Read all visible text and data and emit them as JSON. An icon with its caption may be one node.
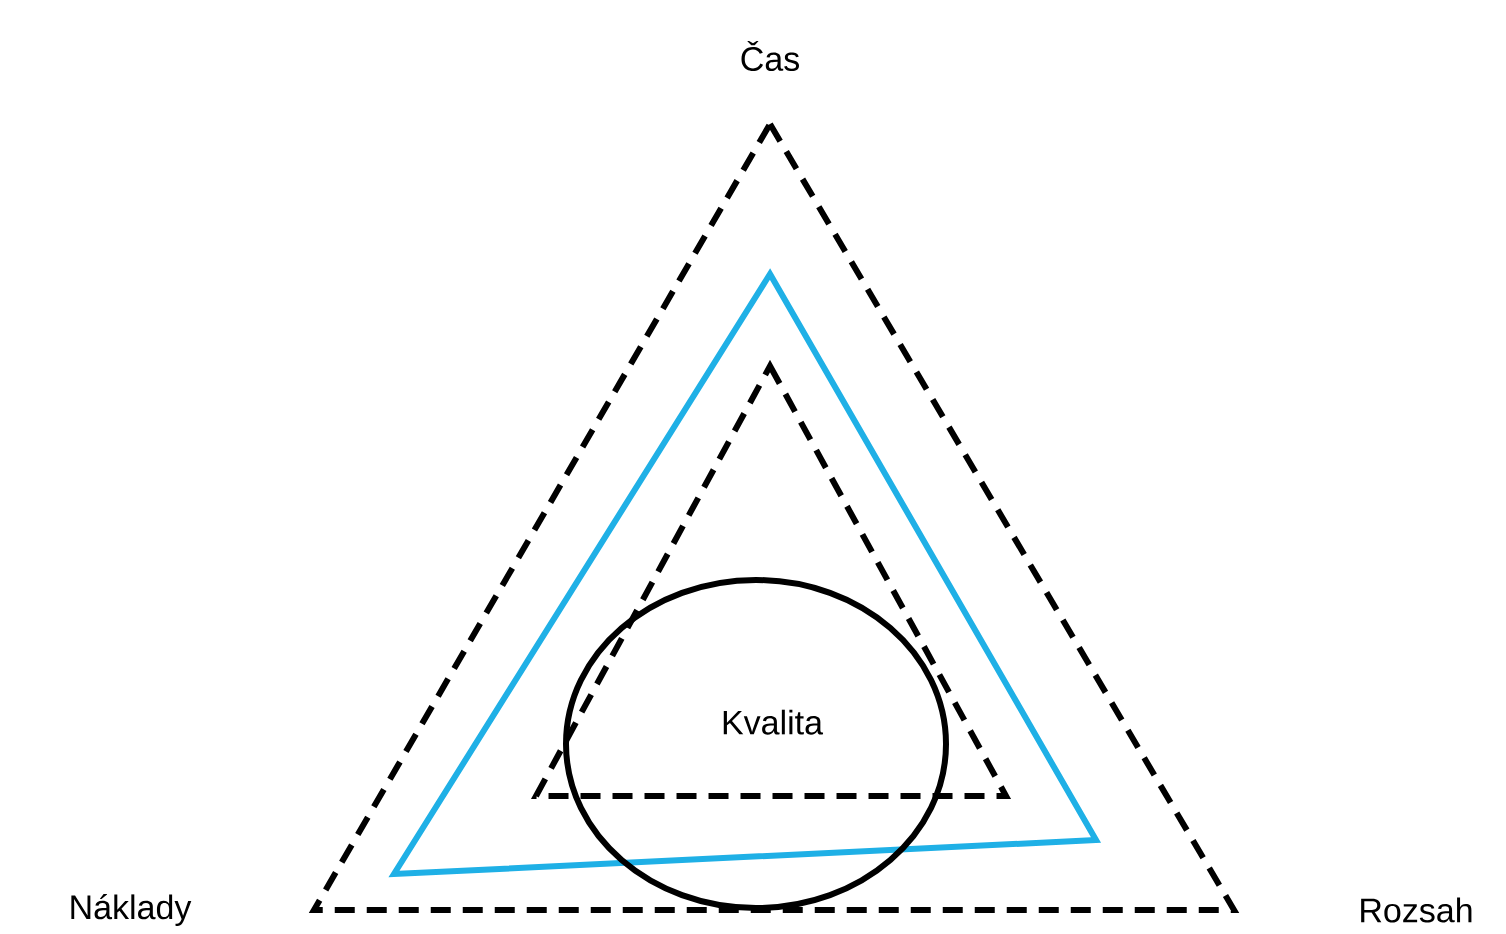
{
  "diagram": {
    "nodes": [
      {
        "text": [
          "Kvalita"
        ]
      }
    ],
    "labels": [
      "Čas",
      "Náklady",
      "Rozsah"
    ]
  }
}
